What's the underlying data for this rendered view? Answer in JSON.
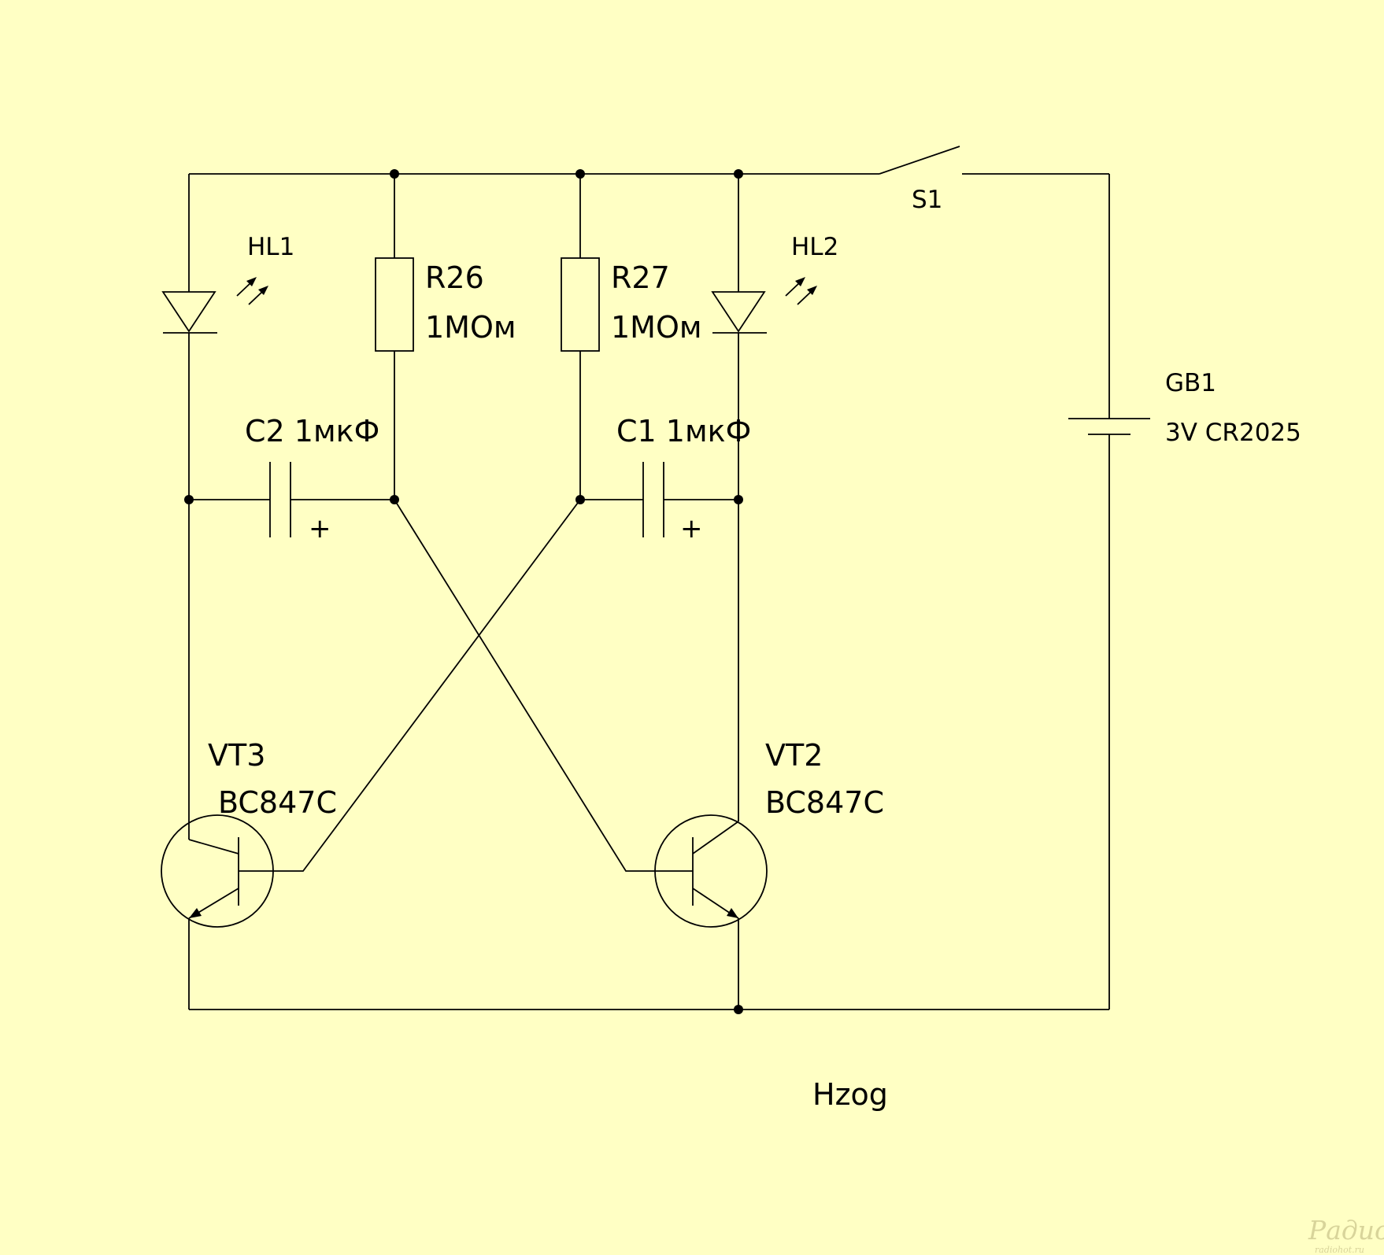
{
  "diagram": {
    "background_color": "#ffffc4",
    "line_color": "#000000",
    "components": {
      "hl1": "HL1",
      "hl2": "HL2",
      "r26_ref": "R26",
      "r26_value": "1МОм",
      "r27_ref": "R27",
      "r27_value": "1МОм",
      "c2": "C2  1мкФ",
      "c1": "C1  1мкФ",
      "c_polarity": "+",
      "s1": "S1",
      "gb1_ref": "GB1",
      "gb1_value": "3V CR2025",
      "vt3_ref": "VT3",
      "vt3_type": "BC847C",
      "vt2_ref": "VT2",
      "vt2_type": "BC847C"
    },
    "author": "Hzog",
    "watermark_logo": "Радио КОТ",
    "watermark_url": "radiohot.ru"
  }
}
